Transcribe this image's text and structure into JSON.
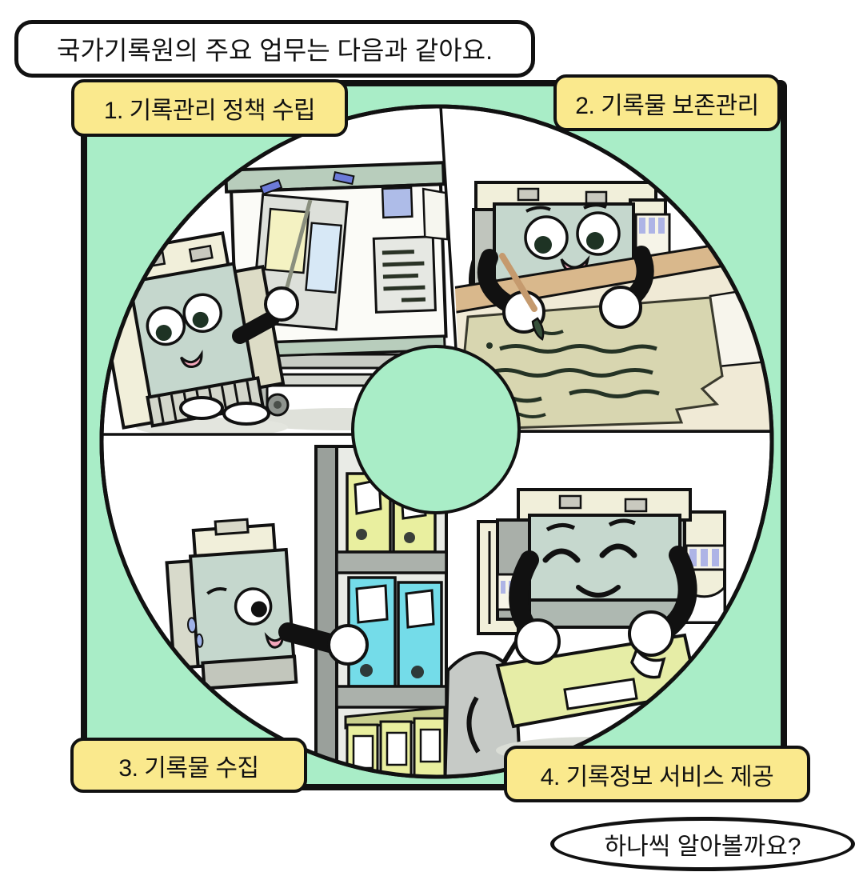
{
  "palette": {
    "background": "#FFFFFF",
    "panel_mint": "#A9EDC7",
    "label_yellow": "#FAE98D",
    "outline_black": "#111111",
    "robot_face_green": "#C5D7CD",
    "robot_cream": "#F1EFDA",
    "desk_tan": "#D9B88C",
    "old_paper_beige": "#D8D6B0",
    "binder_cyan": "#74DCE9",
    "binder_yellow": "#E9EF9F",
    "shelf_gray": "#C9CDC9",
    "note_blue": "#AEBCE8",
    "board_green": "#B8CDBC",
    "tongue_pink": "#F4A7BB"
  },
  "intro_bubble": {
    "text": "국가기록원의 주요 업무는 다음과 같아요."
  },
  "duty_labels": [
    {
      "number": "1",
      "label": "1. 기록관리 정책 수립",
      "scene": "policy-board-scene"
    },
    {
      "number": "2",
      "label": "2. 기록물 보존관리",
      "scene": "preservation-writing-scene"
    },
    {
      "number": "3",
      "label": "3. 기록물 수집",
      "scene": "collection-shelf-scene"
    },
    {
      "number": "4",
      "label": "4. 기록정보 서비스 제공",
      "scene": "service-clipboard-scene"
    }
  ],
  "outro_bubble": {
    "text": "하나씩 알아볼까요?"
  }
}
